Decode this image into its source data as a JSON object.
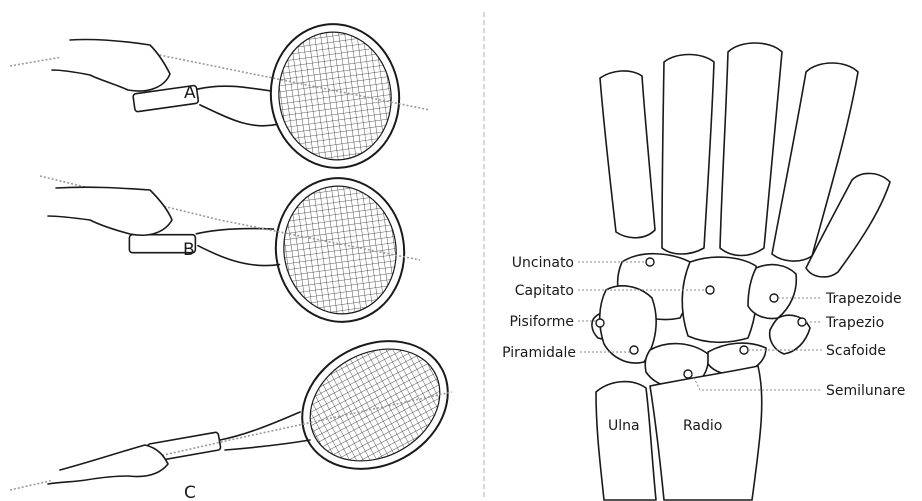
{
  "grips": [
    {
      "label": "A"
    },
    {
      "label": "B"
    },
    {
      "label": "C"
    }
  ],
  "wrist": {
    "left_labels": [
      "Uncinato",
      "Capitato",
      "Pisiforme",
      "Piramidale"
    ],
    "right_labels": [
      "Trapezoide",
      "Trapezio",
      "Scafoide",
      "Semilunare"
    ],
    "forearm_labels": [
      "Ulna",
      "Radio"
    ]
  }
}
